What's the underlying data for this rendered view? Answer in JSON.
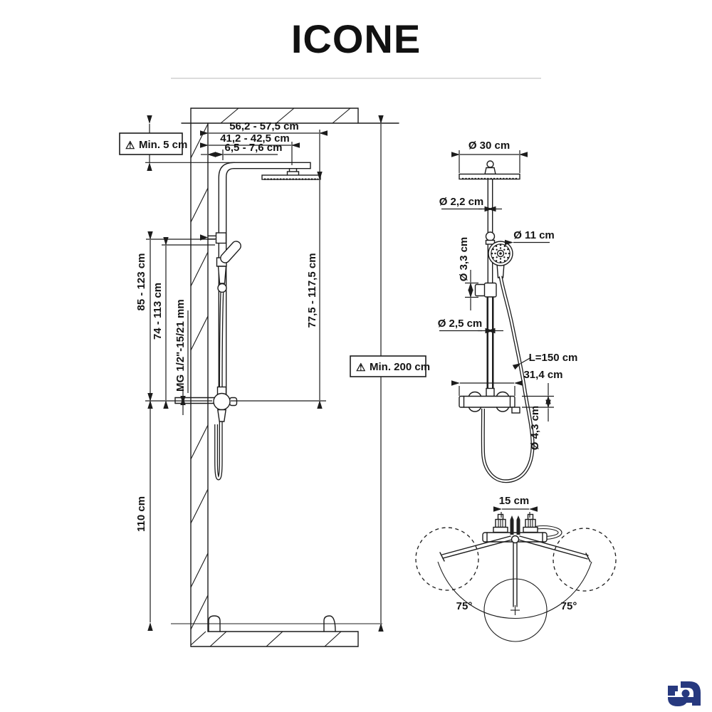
{
  "title": "ICONE",
  "warnings": {
    "icon": "⚠",
    "min_top_clearance": "Min. 5 cm",
    "min_ceiling_height": "Min. 200 cm"
  },
  "side_view": {
    "width_total": "56,2 - 57,5 cm",
    "width_arm": "41,2 - 42,5 cm",
    "width_wall_offset": "6,5 - 7,6 cm",
    "height_holder_range": "85 - 123 cm",
    "height_handle_range": "74 - 113 cm",
    "wall_thread": "MG 1/2\"-15/21 mm",
    "height_head_range": "77,5 - 117,5 cm",
    "height_mixer": "110 cm"
  },
  "front_view": {
    "head_diameter": "Ø 30 cm",
    "upper_pipe_diameter": "Ø 2,2 cm",
    "hand_shower_diameter": "Ø 11 cm",
    "slider_diameter": "Ø 3,3 cm",
    "lower_pipe_diameter": "Ø 2,5 cm",
    "hose_length": "L=150 cm",
    "mixer_width": "31,4 cm",
    "mixer_body_diameter": "Ø 4,3 cm"
  },
  "top_view": {
    "connection_spacing": "15 cm",
    "swivel_left": "75°",
    "swivel_right": "75°"
  },
  "colors": {
    "line": "#1c1c1c",
    "logo": "#27397f",
    "divider": "#dcdcdc"
  }
}
